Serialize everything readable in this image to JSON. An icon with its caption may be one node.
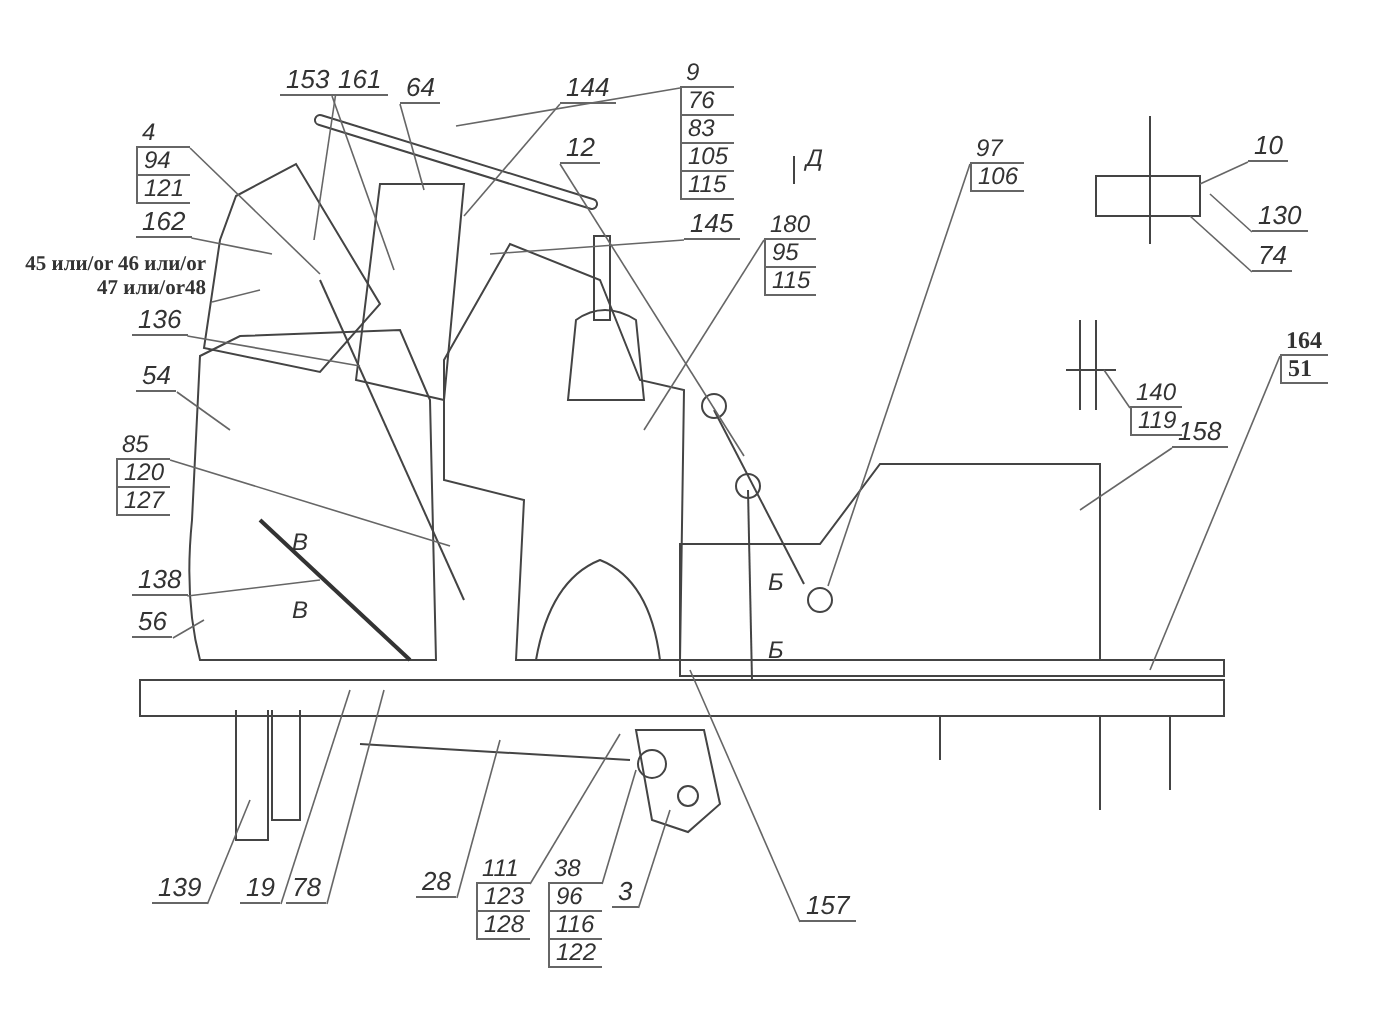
{
  "diagram": {
    "nodes": [
      {
        "text": [
          "153"
        ]
      },
      {
        "text": [
          "161"
        ]
      },
      {
        "text": [
          "64"
        ]
      },
      {
        "text": [
          "144"
        ]
      },
      {
        "text": [
          "9",
          "76",
          "83",
          "105",
          "115"
        ]
      },
      {
        "text": [
          "4",
          "94",
          "121"
        ]
      },
      {
        "text": [
          "12"
        ]
      },
      {
        "text": [
          "97",
          "106"
        ]
      },
      {
        "text": [
          "10"
        ]
      },
      {
        "text": [
          "162"
        ]
      },
      {
        "text": [
          "130"
        ]
      },
      {
        "text": [
          "145"
        ]
      },
      {
        "text": [
          "180",
          "95",
          "115"
        ]
      },
      {
        "text": [
          "74"
        ]
      },
      {
        "text": [
          "45 или/or 46 или/or 47 или/or48"
        ]
      },
      {
        "text": [
          "136"
        ]
      },
      {
        "text": [
          "164",
          "51"
        ]
      },
      {
        "text": [
          "54"
        ]
      },
      {
        "text": [
          "140",
          "119"
        ]
      },
      {
        "text": [
          "158"
        ]
      },
      {
        "text": [
          "85",
          "120",
          "127"
        ]
      },
      {
        "text": [
          "138"
        ]
      },
      {
        "text": [
          "56"
        ]
      },
      {
        "text": [
          "139"
        ]
      },
      {
        "text": [
          "19"
        ]
      },
      {
        "text": [
          "78"
        ]
      },
      {
        "text": [
          "28"
        ]
      },
      {
        "text": [
          "111",
          "123",
          "128"
        ]
      },
      {
        "text": [
          "38",
          "96",
          "116",
          "122"
        ]
      },
      {
        "text": [
          "3"
        ]
      },
      {
        "text": [
          "157"
        ]
      }
    ],
    "edges": [
      {
        "from": 0,
        "to": null,
        "arrow": "none"
      },
      {
        "from": 1,
        "to": null,
        "arrow": "none"
      },
      {
        "from": 2,
        "to": null,
        "arrow": "none"
      },
      {
        "from": 3,
        "to": null,
        "arrow": "none"
      },
      {
        "from": 4,
        "to": null,
        "arrow": "none"
      },
      {
        "from": 5,
        "to": null,
        "arrow": "none"
      },
      {
        "from": 6,
        "to": null,
        "arrow": "none"
      },
      {
        "from": 7,
        "to": null,
        "arrow": "none"
      },
      {
        "from": 8,
        "to": null,
        "arrow": "none"
      },
      {
        "from": 9,
        "to": null,
        "arrow": "none"
      },
      {
        "from": 10,
        "to": null,
        "arrow": "none"
      },
      {
        "from": 11,
        "to": null,
        "arrow": "none"
      },
      {
        "from": 12,
        "to": null,
        "arrow": "none"
      },
      {
        "from": 13,
        "to": null,
        "arrow": "none"
      },
      {
        "from": 14,
        "to": null,
        "arrow": "none"
      },
      {
        "from": 15,
        "to": null,
        "arrow": "none"
      },
      {
        "from": 16,
        "to": null,
        "arrow": "none"
      },
      {
        "from": 17,
        "to": null,
        "arrow": "none"
      },
      {
        "from": 18,
        "to": null,
        "arrow": "none"
      },
      {
        "from": 19,
        "to": null,
        "arrow": "none"
      },
      {
        "from": 20,
        "to": null,
        "arrow": "none"
      },
      {
        "from": 21,
        "to": null,
        "arrow": "none"
      },
      {
        "from": 22,
        "to": null,
        "arrow": "none"
      },
      {
        "from": 23,
        "to": null,
        "arrow": "none"
      },
      {
        "from": 24,
        "to": null,
        "arrow": "none"
      },
      {
        "from": 25,
        "to": null,
        "arrow": "none"
      },
      {
        "from": 26,
        "to": null,
        "arrow": "none"
      },
      {
        "from": 27,
        "to": null,
        "arrow": "none"
      },
      {
        "from": 28,
        "to": null,
        "arrow": "none"
      },
      {
        "from": 29,
        "to": null,
        "arrow": "none"
      },
      {
        "from": 30,
        "to": null,
        "arrow": "none"
      }
    ],
    "labels": [
      "Д",
      "В",
      "Б",
      "В",
      "Б"
    ]
  }
}
